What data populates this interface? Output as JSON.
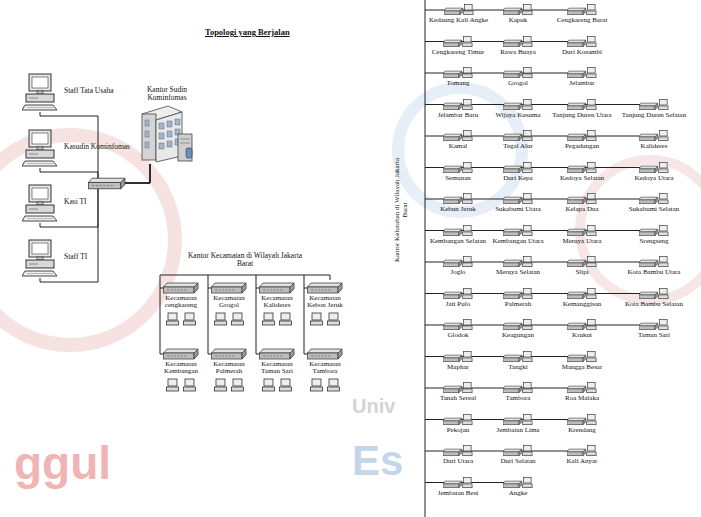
{
  "diagram": {
    "title": "Topologi yang Berjalan",
    "nodes": [
      {
        "text": [
          "Kantor Sudin Kominfomas"
        ]
      },
      {
        "text": [
          "Staff Tata Usaha"
        ]
      },
      {
        "text": [
          "Kasudin Kominfomas"
        ]
      },
      {
        "text": [
          "Kasi TI"
        ]
      },
      {
        "text": [
          "Staff TI"
        ]
      },
      {
        "text": [
          "Kecamatan cengkareng"
        ]
      },
      {
        "text": [
          "Kecamatan Grogol"
        ]
      },
      {
        "text": [
          "Kecamatan Kalideres"
        ]
      },
      {
        "text": [
          "Kecamatan Kebon Jeruk"
        ]
      },
      {
        "text": [
          "Kecamatan Kembangan"
        ]
      },
      {
        "text": [
          "Kecamatan Palmerah"
        ]
      },
      {
        "text": [
          "Kecamatan Taman Sari"
        ]
      },
      {
        "text": [
          "Kecamatan Tambora"
        ]
      },
      {
        "text": [
          "Kedaung Kali Angke"
        ]
      },
      {
        "text": [
          "Kapuk"
        ]
      },
      {
        "text": [
          "Cengkareng Barat"
        ]
      },
      {
        "text": [
          "Cengkareng Timur"
        ]
      },
      {
        "text": [
          "Rawa Buaya"
        ]
      },
      {
        "text": [
          "Duri Kosambi"
        ]
      },
      {
        "text": [
          "Tomang"
        ]
      },
      {
        "text": [
          "Grogol"
        ]
      },
      {
        "text": [
          "Jelambar"
        ]
      },
      {
        "text": [
          "Jelambar Baru"
        ]
      },
      {
        "text": [
          "Wijaya Kusuma"
        ]
      },
      {
        "text": [
          "Tanjung Duren Utara"
        ]
      },
      {
        "text": [
          "Tanjung Duren Selatan"
        ]
      },
      {
        "text": [
          "Kamal"
        ]
      },
      {
        "text": [
          "Tegal Alur"
        ]
      },
      {
        "text": [
          "Pegadungan"
        ]
      },
      {
        "text": [
          "Kalideres"
        ]
      },
      {
        "text": [
          "Semanan"
        ]
      },
      {
        "text": [
          "Duri Kepa"
        ]
      },
      {
        "text": [
          "Kedoya Selatan"
        ]
      },
      {
        "text": [
          "Kedoya Utara"
        ]
      },
      {
        "text": [
          "Kebun Jeruk"
        ]
      },
      {
        "text": [
          "Sukabumi Utara"
        ]
      },
      {
        "text": [
          "Kelapa Dua"
        ]
      },
      {
        "text": [
          "Sukabumi Selatan"
        ]
      },
      {
        "text": [
          "Kembangan Selatan"
        ]
      },
      {
        "text": [
          "Kembangan Utara"
        ]
      },
      {
        "text": [
          "Meruya Utara"
        ]
      },
      {
        "text": [
          "Srengseng"
        ]
      },
      {
        "text": [
          "Joglo"
        ]
      },
      {
        "text": [
          "Meruya Selatan"
        ]
      },
      {
        "text": [
          "Slipi"
        ]
      },
      {
        "text": [
          "Kota Bambu Utara"
        ]
      },
      {
        "text": [
          "Jati Pulo"
        ]
      },
      {
        "text": [
          "Palmerah"
        ]
      },
      {
        "text": [
          "Kemanggisan"
        ]
      },
      {
        "text": [
          "Kota Bambu Selatan"
        ]
      },
      {
        "text": [
          "Glodok"
        ]
      },
      {
        "text": [
          "Keagungan"
        ]
      },
      {
        "text": [
          "Krukut"
        ]
      },
      {
        "text": [
          "Taman Sari"
        ]
      },
      {
        "text": [
          "Maphar"
        ]
      },
      {
        "text": [
          "Tangki"
        ]
      },
      {
        "text": [
          "Mangga Besar"
        ]
      },
      {
        "text": [
          "Tanah Sereal"
        ]
      },
      {
        "text": [
          "Tambora"
        ]
      },
      {
        "text": [
          "Roa Malaka"
        ]
      },
      {
        "text": [
          "Pekojan"
        ]
      },
      {
        "text": [
          "Jembatan Lima"
        ]
      },
      {
        "text": [
          "Krendang"
        ]
      },
      {
        "text": [
          "Duri Utara"
        ]
      },
      {
        "text": [
          "Duri Selatan"
        ]
      },
      {
        "text": [
          "Kali Anyar"
        ]
      },
      {
        "text": [
          "Jembatan Besi"
        ]
      },
      {
        "text": [
          "Angke"
        ]
      }
    ],
    "edges": [
      {
        "from": 1,
        "to": 0,
        "arrow": "none"
      },
      {
        "from": 2,
        "to": 0,
        "arrow": "none"
      },
      {
        "from": 3,
        "to": 0,
        "arrow": "none"
      },
      {
        "from": 4,
        "to": 0,
        "arrow": "none"
      }
    ],
    "labels": [
      "Kantor Kecamatan di Wilayah Jakarta Barat",
      "Kantor Kelurahan di Wilayah Jakarta Barat",
      "Univ",
      "ggul",
      "Es"
    ]
  }
}
